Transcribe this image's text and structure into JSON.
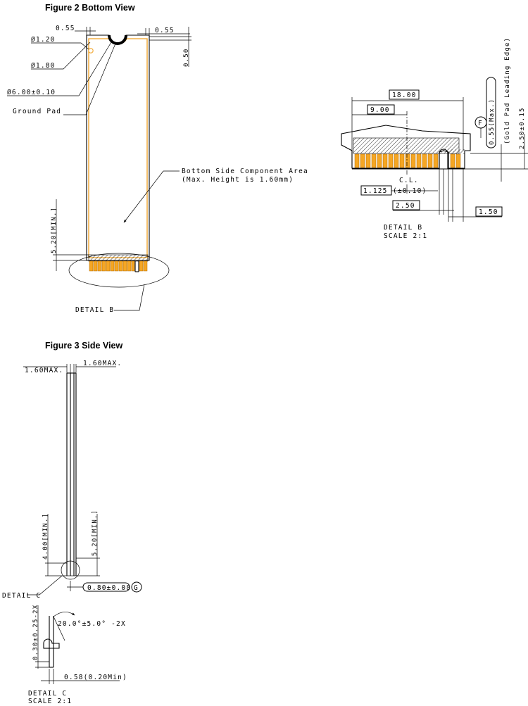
{
  "figure2": {
    "title": "Figure 2  Bottom View",
    "dims": {
      "top_left": "0.55",
      "top_right": "0.55",
      "right_height": "0.50",
      "hole_small": "Ø1.20",
      "hole_medium": "Ø1.80",
      "hole_large": "Ø6.00±0.10",
      "ground_pad": "Ground Pad",
      "component_area_line1": "Bottom Side Component Area",
      "component_area_line2": "(Max. Height is 1.60mm)",
      "min_length": "5.20[MIN.]",
      "detail_ref": "DETAIL B"
    }
  },
  "detailB": {
    "dims": {
      "width_total": "18.00",
      "width_half": "9.00",
      "centerline": "C.L.",
      "cl_offset_box": "1.125",
      "cl_offset_tol": "(±0.10)",
      "key_offset": "2.50",
      "key_width": "1.50",
      "datum_f": "F",
      "lead_edge_box": "0.55(Max.)",
      "lead_edge_note": "(Gold Pad Leading Edge)",
      "height": "2.50±0.15"
    },
    "caption_line1": "DETAIL B",
    "caption_line2": "SCALE 2:1"
  },
  "figure3": {
    "title": "Figure 3  Side View",
    "dims": {
      "thickness_left": "1.60MAX.",
      "thickness_right": "1.60MAX.",
      "min_left": "4.00[MIN.]",
      "min_right": "5.20[MIN.]",
      "pcb_thickness": "0.80±0.08",
      "datum_g": "G",
      "detail_ref": "DETAIL C"
    }
  },
  "detailC": {
    "dims": {
      "angle": "20.0°±5.0°  -2X",
      "chamfer_height": "0.30±0.25-2X",
      "chamfer_width": "0.58(0.20Min)"
    },
    "caption_line1": "DETAIL C",
    "caption_line2": "SCALE 2:1"
  }
}
